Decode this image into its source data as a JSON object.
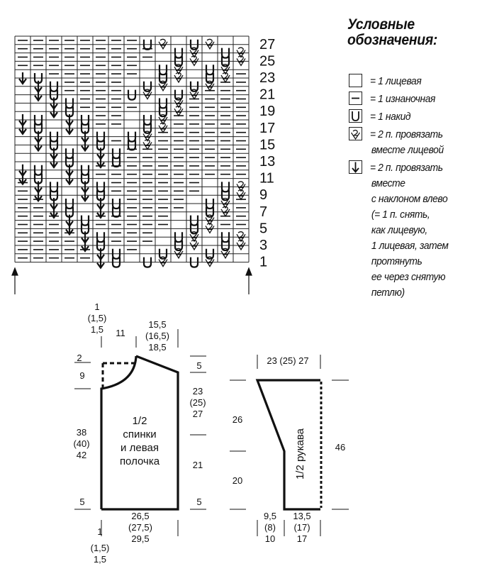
{
  "chart": {
    "rows": [
      {
        "num": "27",
        "cells": [
          "p",
          "p",
          "p",
          "p",
          "p",
          "p",
          "p",
          "p",
          "U",
          "k",
          "",
          "U",
          "k",
          ""
        ]
      },
      {
        "num": "",
        "cells": [
          "p",
          "p",
          "p",
          "p",
          "p",
          "p",
          "p",
          "p",
          "p",
          "",
          "U",
          "k",
          "",
          "U",
          "k"
        ]
      },
      {
        "num": "25",
        "cells": [
          "p",
          "p",
          "p",
          "p",
          "p",
          "p",
          "p",
          "p",
          "p",
          "",
          "U",
          "k",
          "",
          "U",
          "k"
        ]
      },
      {
        "num": "",
        "cells": [
          "p",
          "p",
          "p",
          "p",
          "p",
          "p",
          "p",
          "p",
          "",
          "U",
          "k",
          "",
          "U",
          "k",
          ""
        ]
      },
      {
        "num": "23",
        "cells": [
          "s",
          "U",
          "p",
          "p",
          "p",
          "p",
          "p",
          "p",
          "",
          "U",
          "k",
          "",
          "U",
          "k",
          "p"
        ]
      },
      {
        "num": "",
        "cells": [
          "",
          "s",
          "U",
          "p",
          "p",
          "p",
          "p",
          "",
          "U",
          "k",
          "",
          "U",
          "k",
          "p",
          "p"
        ]
      },
      {
        "num": "21",
        "cells": [
          "",
          "s",
          "U",
          "p",
          "p",
          "p",
          "p",
          "U",
          "k",
          "",
          "U",
          "k",
          "p",
          "p",
          "p"
        ]
      },
      {
        "num": "",
        "cells": [
          "",
          "",
          "s",
          "U",
          "p",
          "p",
          "p",
          "",
          "",
          "U",
          "k",
          "p",
          "p",
          "p",
          "p"
        ]
      },
      {
        "num": "19",
        "cells": [
          "",
          "",
          "s",
          "U",
          "p",
          "p",
          "p",
          "p",
          "",
          "U",
          "k",
          "p",
          "p",
          "p",
          "p"
        ]
      },
      {
        "num": "",
        "cells": [
          "s",
          "U",
          "",
          "s",
          "U",
          "p",
          "p",
          "",
          "U",
          "k",
          "p",
          "p",
          "p",
          "p",
          "p"
        ]
      },
      {
        "num": "17",
        "cells": [
          "s",
          "U",
          "",
          "s",
          "U",
          "p",
          "p",
          "",
          "U",
          "k",
          "p",
          "p",
          "p",
          "p",
          "p"
        ]
      },
      {
        "num": "",
        "cells": [
          "",
          "s",
          "U",
          "",
          "s",
          "U",
          "",
          "U",
          "k",
          "p",
          "p",
          "p",
          "p",
          "p",
          "p"
        ]
      },
      {
        "num": "15",
        "cells": [
          "",
          "s",
          "U",
          "",
          "s",
          "U",
          "p",
          "U",
          "k",
          "p",
          "p",
          "p",
          "p",
          "p",
          "p"
        ]
      },
      {
        "num": "",
        "cells": [
          "",
          "",
          "s",
          "U",
          "",
          "s",
          "U",
          "p",
          "p",
          "p",
          "p",
          "p",
          "p",
          "p",
          "p"
        ]
      },
      {
        "num": "13",
        "cells": [
          "",
          "",
          "s",
          "U",
          "",
          "s",
          "U",
          "p",
          "p",
          "p",
          "p",
          "p",
          "p",
          "p",
          "p"
        ]
      },
      {
        "num": "",
        "cells": [
          "s",
          "U",
          "",
          "s",
          "U",
          "p",
          "p",
          "p",
          "p",
          "p",
          "p",
          "p",
          "p",
          "p",
          "p"
        ]
      },
      {
        "num": "11",
        "cells": [
          "s",
          "U",
          "",
          "s",
          "U",
          "p",
          "p",
          "p",
          "p",
          "p",
          "p",
          "p",
          "p",
          "p",
          "p"
        ]
      },
      {
        "num": "",
        "cells": [
          "p",
          "s",
          "U",
          "",
          "s",
          "U",
          "p",
          "p",
          "p",
          "p",
          "p",
          "p",
          "",
          "U",
          "k"
        ]
      },
      {
        "num": "9",
        "cells": [
          "p",
          "s",
          "U",
          "",
          "s",
          "U",
          "p",
          "p",
          "p",
          "p",
          "p",
          "p",
          "",
          "U",
          "k"
        ]
      },
      {
        "num": "",
        "cells": [
          "p",
          "p",
          "s",
          "U",
          "",
          "s",
          "U",
          "p",
          "p",
          "p",
          "p",
          "",
          "U",
          "k",
          "p"
        ]
      },
      {
        "num": "7",
        "cells": [
          "p",
          "p",
          "s",
          "U",
          "",
          "s",
          "U",
          "p",
          "p",
          "p",
          "p",
          "",
          "U",
          "k",
          "p"
        ]
      },
      {
        "num": "",
        "cells": [
          "p",
          "p",
          "p",
          "s",
          "U",
          "p",
          "p",
          "p",
          "p",
          "p",
          "",
          "U",
          "k",
          "p",
          "p"
        ]
      },
      {
        "num": "5",
        "cells": [
          "p",
          "p",
          "p",
          "s",
          "U",
          "p",
          "p",
          "p",
          "p",
          "p",
          "",
          "U",
          "k",
          "p",
          "p"
        ]
      },
      {
        "num": "",
        "cells": [
          "p",
          "p",
          "p",
          "p",
          "s",
          "U",
          "p",
          "p",
          "p",
          "",
          "U",
          "k",
          "",
          "U",
          "k"
        ]
      },
      {
        "num": "3",
        "cells": [
          "p",
          "p",
          "p",
          "p",
          "s",
          "U",
          "p",
          "p",
          "p",
          "",
          "U",
          "k",
          "",
          "U",
          "k"
        ]
      },
      {
        "num": "",
        "cells": [
          "p",
          "p",
          "p",
          "p",
          "p",
          "s",
          "U",
          "p",
          "",
          "U",
          "k",
          "",
          "U",
          "k",
          ""
        ]
      },
      {
        "num": "1",
        "cells": [
          "p",
          "p",
          "p",
          "p",
          "p",
          "s",
          "U",
          "",
          "U",
          "k",
          "",
          "U",
          "k",
          ""
        ]
      }
    ]
  },
  "legend": {
    "title_line1": "Условные",
    "title_line2": "обозначения:",
    "items": [
      {
        "symbol": "empty",
        "lines": [
          "= 1 лицевая"
        ]
      },
      {
        "symbol": "dash",
        "lines": [
          "= 1 изнаночная"
        ]
      },
      {
        "symbol": "U",
        "lines": [
          "= 1 накид"
        ]
      },
      {
        "symbol": "k2tog",
        "lines": [
          "= 2 п. провязать",
          "вместе лицевой"
        ]
      },
      {
        "symbol": "ssk",
        "lines": [
          "= 2 п. провязать",
          "вместе",
          "с наклоном влево",
          "(= 1 п. снять,",
          "как лицевую,",
          "1 лицевая, затем",
          "протянуть",
          "ее через снятую",
          "петлю)"
        ]
      }
    ]
  },
  "body_pattern": {
    "label": [
      "1/2",
      "спинки",
      "и левая",
      "полочка"
    ],
    "top_left_dims": [
      "1",
      "(1,5)",
      "1,5"
    ],
    "neck_width": "11",
    "shoulder_dims": [
      "15,5",
      "(16,5)",
      "18,5"
    ],
    "neck_depth_2": "2",
    "neck_depth_9": "9",
    "shoulder_drop": "5",
    "armhole_dims": [
      "23",
      "(25)",
      "27"
    ],
    "side_21": "21",
    "length_dims": [
      "38",
      "(40)",
      "42"
    ],
    "hem_left": "5",
    "hem_right": "5",
    "bottom_dims": [
      "26,5",
      "(27,5)",
      "29,5"
    ],
    "bottom_left_dims": [
      "1",
      "(1,5)",
      "1,5"
    ]
  },
  "sleeve_pattern": {
    "label": "1/2 рукава",
    "top_width": "23 (25) 27",
    "upper_height": "26",
    "lower_height": "20",
    "total_height": "46",
    "cuff_left_dims": [
      "9,5",
      "(8)",
      "10"
    ],
    "cuff_right_dims": [
      "13,5",
      "(17)",
      "17"
    ]
  }
}
